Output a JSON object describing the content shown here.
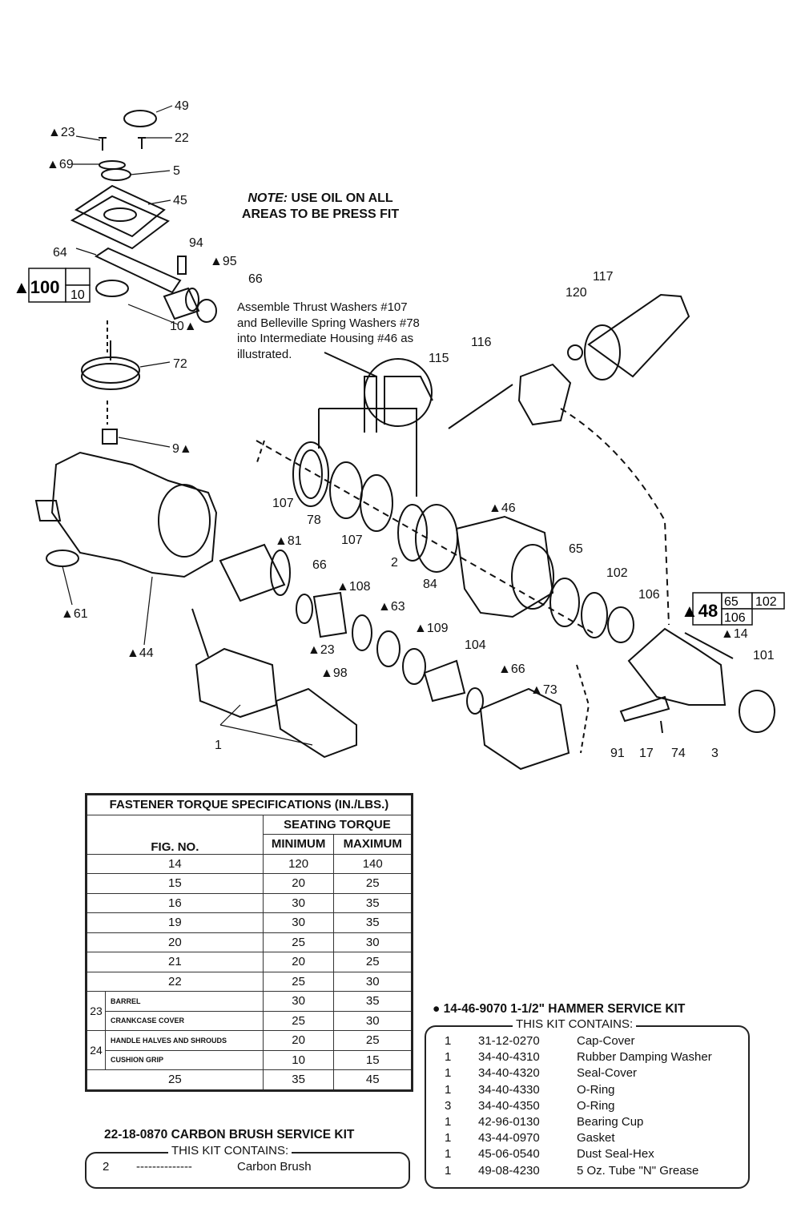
{
  "note": {
    "lead": "NOTE:",
    "text": "USE OIL ON ALL AREAS TO BE PRESS FIT"
  },
  "assemble_note": "Assemble Thrust Washers #107 and Belleville Spring Washers #78 into Intermediate Housing #46 as illustrated.",
  "callouts": [
    "49",
    "▲23",
    "22",
    "▲69",
    "5",
    "45",
    "64",
    "94",
    "▲95",
    "66",
    "▲100",
    "10",
    "10▲",
    "72",
    "9▲",
    "▲61",
    "▲44",
    "1",
    "▲81",
    "66",
    "▲23",
    "▲98",
    "107",
    "78",
    "107",
    "2",
    "▲108",
    "▲63",
    "▲109",
    "84",
    "▲46",
    "104",
    "▲66",
    "▲73",
    "65",
    "102",
    "106",
    "117",
    "120",
    "116",
    "115",
    "▲48",
    "65",
    "102",
    "106",
    "▲14",
    "101",
    "91",
    "17",
    "74",
    "3"
  ],
  "torque_table": {
    "title": "FASTENER TORQUE SPECIFICATIONS (IN./LBS.)",
    "group_header": "SEATING TORQUE",
    "col_fig": "FIG. NO.",
    "col_min": "MINIMUM",
    "col_max": "MAXIMUM",
    "rows": [
      {
        "fig": "14",
        "min": "120",
        "max": "140"
      },
      {
        "fig": "15",
        "min": "20",
        "max": "25"
      },
      {
        "fig": "16",
        "min": "30",
        "max": "35"
      },
      {
        "fig": "19",
        "min": "30",
        "max": "35"
      },
      {
        "fig": "20",
        "min": "25",
        "max": "30"
      },
      {
        "fig": "21",
        "min": "20",
        "max": "25"
      },
      {
        "fig": "22",
        "min": "25",
        "max": "30"
      }
    ],
    "row23": {
      "fig": "23",
      "sub1": "BARREL",
      "min1": "30",
      "max1": "35",
      "sub2": "CRANKCASE COVER",
      "min2": "25",
      "max2": "30"
    },
    "row24": {
      "fig": "24",
      "sub1": "HANDLE HALVES AND SHROUDS",
      "min1": "20",
      "max1": "25",
      "sub2": "CUSHION GRIP",
      "min2": "10",
      "max2": "15"
    },
    "row25": {
      "fig": "25",
      "min": "35",
      "max": "45"
    }
  },
  "carbon_kit": {
    "title": "22-18-0870 CARBON BRUSH SERVICE KIT",
    "contains": "THIS KIT CONTAINS:",
    "items": [
      {
        "qty": "2",
        "part": "--------------",
        "desc": "Carbon Brush"
      }
    ]
  },
  "hammer_kit": {
    "title": "● 14-46-9070 1-1/2\" HAMMER SERVICE KIT",
    "contains": "THIS KIT CONTAINS:",
    "items": [
      {
        "qty": "1",
        "part": "31-12-0270",
        "desc": "Cap-Cover"
      },
      {
        "qty": "1",
        "part": "34-40-4310",
        "desc": "Rubber Damping Washer"
      },
      {
        "qty": "1",
        "part": "34-40-4320",
        "desc": "Seal-Cover"
      },
      {
        "qty": "1",
        "part": "34-40-4330",
        "desc": "O-Ring"
      },
      {
        "qty": "3",
        "part": "34-40-4350",
        "desc": "O-Ring"
      },
      {
        "qty": "1",
        "part": "42-96-0130",
        "desc": "Bearing Cup"
      },
      {
        "qty": "1",
        "part": "43-44-0970",
        "desc": "Gasket"
      },
      {
        "qty": "1",
        "part": "45-06-0540",
        "desc": "Dust Seal-Hex"
      },
      {
        "qty": "1",
        "part": "49-08-4230",
        "desc": "5 Oz. Tube \"N\" Grease"
      }
    ]
  }
}
